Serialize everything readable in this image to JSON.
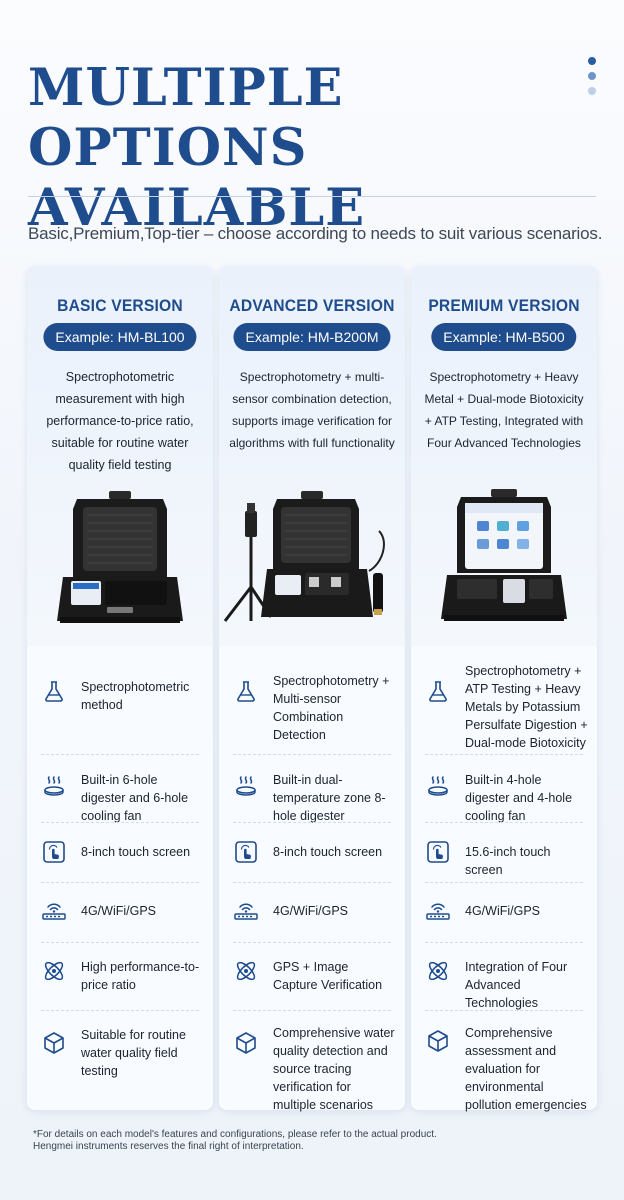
{
  "header": {
    "title_line1": "MULTIPLE",
    "title_line2": "OPTIONS AVAILABLE",
    "subtitle": "Basic,Premium,Top-tier – choose according to needs to suit various scenarios."
  },
  "colors": {
    "brand": "#1e4c8c",
    "accent_dot": "#2a5ea3",
    "text": "#1c2330"
  },
  "cards": [
    {
      "title": "BASIC VERSION",
      "model": "Example: HM-BL100",
      "description": "Spectrophotometric measurement with high performance-to-price ratio, suitable for routine water quality field testing",
      "features": [
        {
          "icon": "flask-icon",
          "text": "Spectrophotometric method"
        },
        {
          "icon": "heat-digester-icon",
          "text": "Built-in 6-hole digester and 6-hole cooling fan"
        },
        {
          "icon": "touch-screen-icon",
          "text": "8-inch touch screen"
        },
        {
          "icon": "router-wifi-icon",
          "text": "4G/WiFi/GPS"
        },
        {
          "icon": "atom-icon",
          "text": "High performance-to-price ratio"
        },
        {
          "icon": "cube-icon",
          "text": "Suitable for routine water quality field testing"
        }
      ]
    },
    {
      "title": "ADVANCED VERSION",
      "model": "Example: HM-B200M",
      "description": "Spectrophotometry + multi-sensor combination detection, supports image verification for algorithms with full functionality",
      "features": [
        {
          "icon": "flask-icon",
          "text": "Spectrophotometry + Multi-sensor Combination Detection"
        },
        {
          "icon": "heat-digester-icon",
          "text": "Built-in dual-temperature zone 8-hole digester"
        },
        {
          "icon": "touch-screen-icon",
          "text": "8-inch touch screen"
        },
        {
          "icon": "router-wifi-icon",
          "text": "4G/WiFi/GPS"
        },
        {
          "icon": "atom-icon",
          "text": "GPS + Image Capture Verification"
        },
        {
          "icon": "cube-icon",
          "text": "Comprehensive water quality detection and source tracing verification for multiple scenarios"
        }
      ]
    },
    {
      "title": "PREMIUM VERSION",
      "model": "Example: HM-B500",
      "description": "Spectrophotometry + Heavy Metal + Dual-mode Biotoxicity + ATP Testing, Integrated with Four Advanced Technologies",
      "features": [
        {
          "icon": "flask-icon",
          "text": "Spectrophotometry + ATP Testing + Heavy Metals by Potassium Persulfate Digestion + Dual-mode Biotoxicity"
        },
        {
          "icon": "heat-digester-icon",
          "text": "Built-in 4-hole digester and 4-hole cooling fan"
        },
        {
          "icon": "touch-screen-icon",
          "text": "15.6-inch touch screen"
        },
        {
          "icon": "router-wifi-icon",
          "text": "4G/WiFi/GPS"
        },
        {
          "icon": "atom-icon",
          "text": "Integration of Four Advanced Technologies"
        },
        {
          "icon": "cube-icon",
          "text": "Comprehensive assessment and evaluation for environmental pollution emergencies"
        }
      ]
    }
  ],
  "footnote": {
    "line1": "*For details on each model's features and configurations, please refer to the actual product.",
    "line2": "Hengmei instruments reserves the final right of interpretation."
  }
}
